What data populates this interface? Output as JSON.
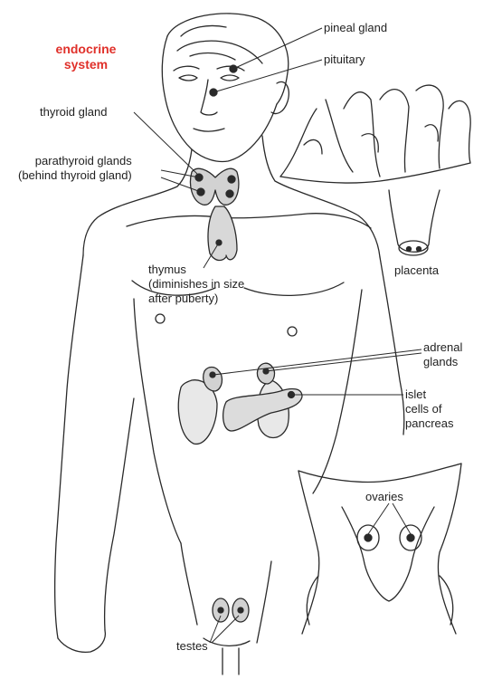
{
  "title": {
    "line1": "endocrine",
    "line2": "system",
    "color": "#e0302a"
  },
  "labels": {
    "pineal": "pineal gland",
    "pituitary": "pituitary",
    "thyroid": "thyroid gland",
    "parathyroid_line1": "parathyroid glands",
    "parathyroid_line2": "(behind thyroid gland)",
    "thymus_line1": "thymus",
    "thymus_line2": "(diminishes in size",
    "thymus_line3": "after puberty)",
    "placenta": "placenta",
    "adrenal_line1": "adrenal",
    "adrenal_line2": "glands",
    "islet_line1": "islet",
    "islet_line2": "cells of",
    "islet_line3": "pancreas",
    "ovaries": "ovaries",
    "testes": "testes"
  },
  "colors": {
    "ink": "#2a2a2a",
    "gland_fill": "#cfcfcf"
  }
}
